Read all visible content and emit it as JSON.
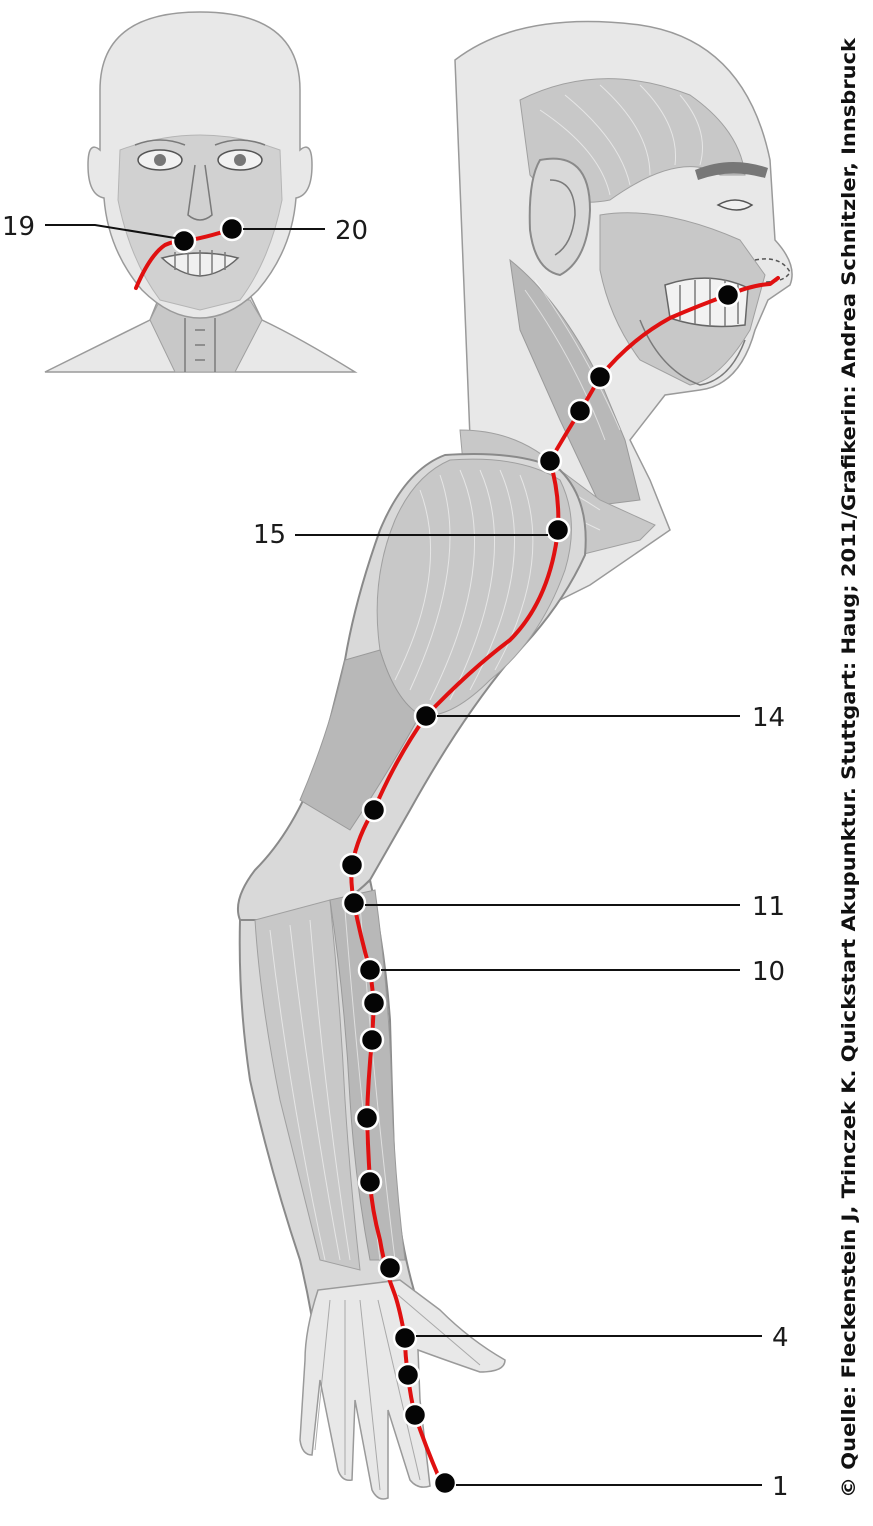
{
  "labels": {
    "p19": "19",
    "p20": "20",
    "p15": "15",
    "p14": "14",
    "p11": "11",
    "p10": "10",
    "p4": "4",
    "p1": "1"
  },
  "credit": "© Quelle: Fleckenstein J, Trinczek K. Quickstart Akupunktur. Stuttgart: Haug; 2011/Grafikerin: Andrea Schnitzler, Innsbruck",
  "colors": {
    "meridian": "#e01010",
    "point": "#050505",
    "skin": "#d9d9d9"
  }
}
